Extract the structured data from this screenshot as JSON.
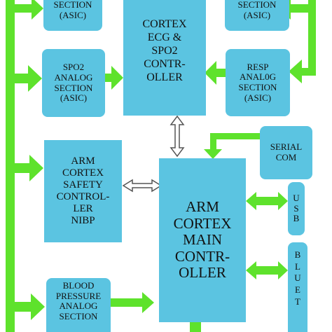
{
  "blocks": {
    "ecg_section": "SECTION\n(ASIC)",
    "cortex_ecg": "CORTEX\nECG &\nSPO2\nCONTR-\nOLLER",
    "right_section": "SECTION\n(ASIC)",
    "spo2_analog": "SPO2\nANALOG\nSECTION\n(ASIC)",
    "resp_analog": "RESP\nANAL0G\nSECTION\n(ASIC)",
    "serial_com": "SERIAL\nCOM",
    "arm_safety": "ARM\nCORTEX\nSAFETY\nCONTROL-\nLER\nNIBP",
    "arm_main": "ARM\nCORTEX\nMAIN\nCONTR-\nOLLER",
    "usb": "U\nS\nB",
    "bp_analog": "BLOOD\nPRESSURE\nANALOG\nSECTION",
    "bluetooth": "B\nL\nU\nE\nT"
  },
  "colors": {
    "block_fill": "#5bc4e1",
    "bus_green": "#5ee22c",
    "arrow_outline": "#555555"
  }
}
